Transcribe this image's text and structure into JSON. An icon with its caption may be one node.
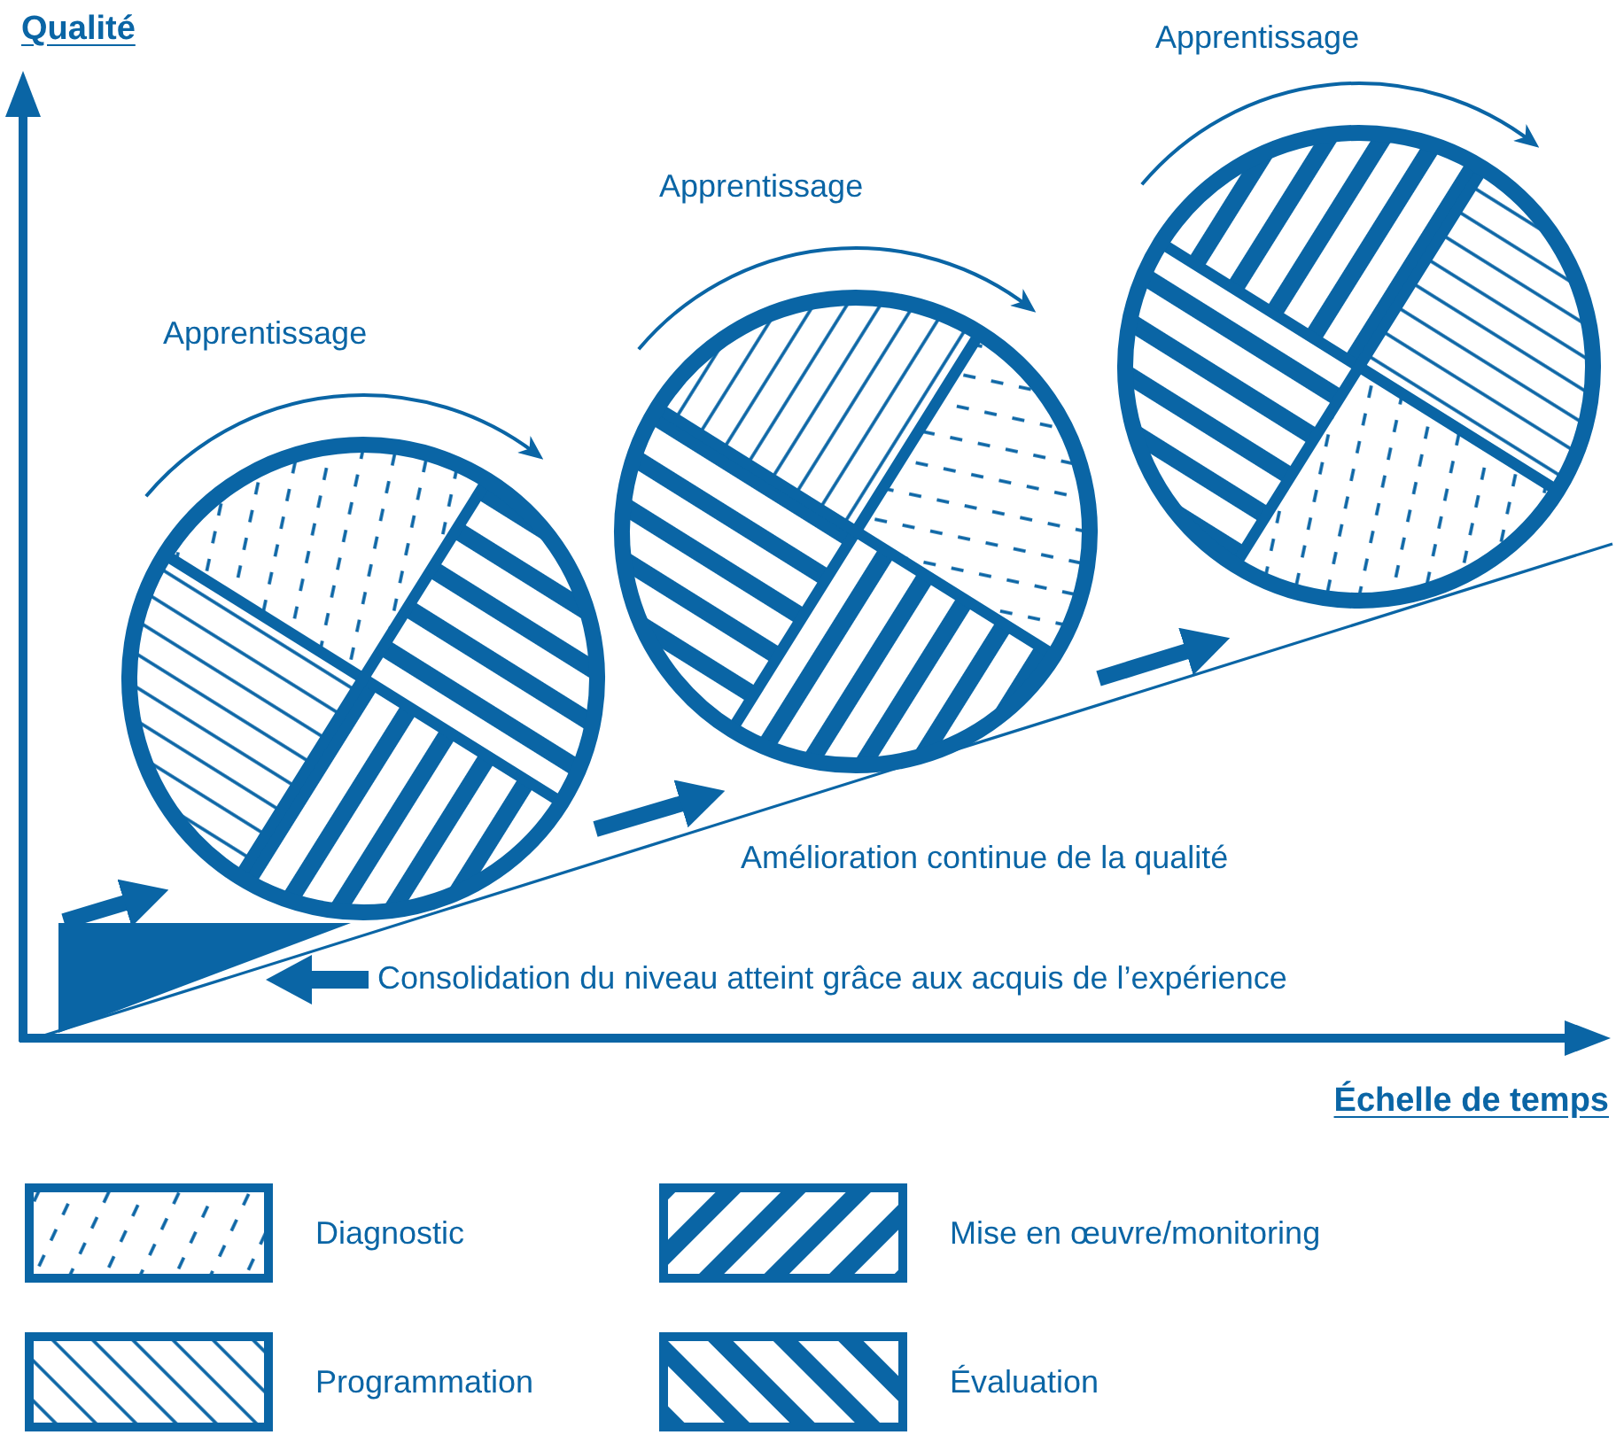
{
  "diagram": {
    "nodes": [
      {
        "text": [
          "Apprentissage"
        ]
      },
      {
        "text": [
          "Apprentissage"
        ]
      },
      {
        "text": [
          "Apprentissage"
        ]
      },
      {
        "text": [
          "Consolidation du niveau atteint grâce aux acquis de l’expérience"
        ]
      },
      {
        "text": [],
        "shape": "triangle"
      }
    ],
    "edges": [
      {
        "from": 3,
        "to": 4,
        "arrow": "to"
      }
    ],
    "labels": [
      "Qualité",
      "Amélioration continue de la qualité",
      "Échelle de temps"
    ],
    "legend": [
      {
        "text": "Diagnostic"
      },
      {
        "text": "Mise en œuvre/monitoring"
      },
      {
        "text": "Programmation"
      },
      {
        "text": "Évaluation"
      }
    ]
  }
}
